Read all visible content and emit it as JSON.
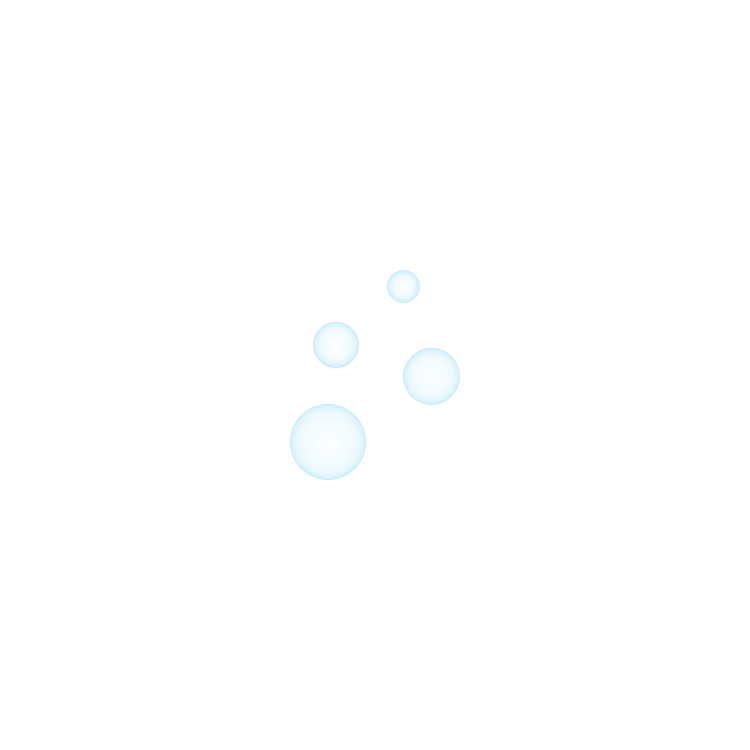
{
  "scene": {
    "background_color": "#ffffff",
    "bubble_color": "#e1f5fc",
    "bubble_border_color": "#c6ebf9",
    "bubbles": [
      {
        "id": "bubble-small"
      },
      {
        "id": "bubble-medium-left"
      },
      {
        "id": "bubble-medium-right"
      },
      {
        "id": "bubble-large"
      }
    ]
  }
}
